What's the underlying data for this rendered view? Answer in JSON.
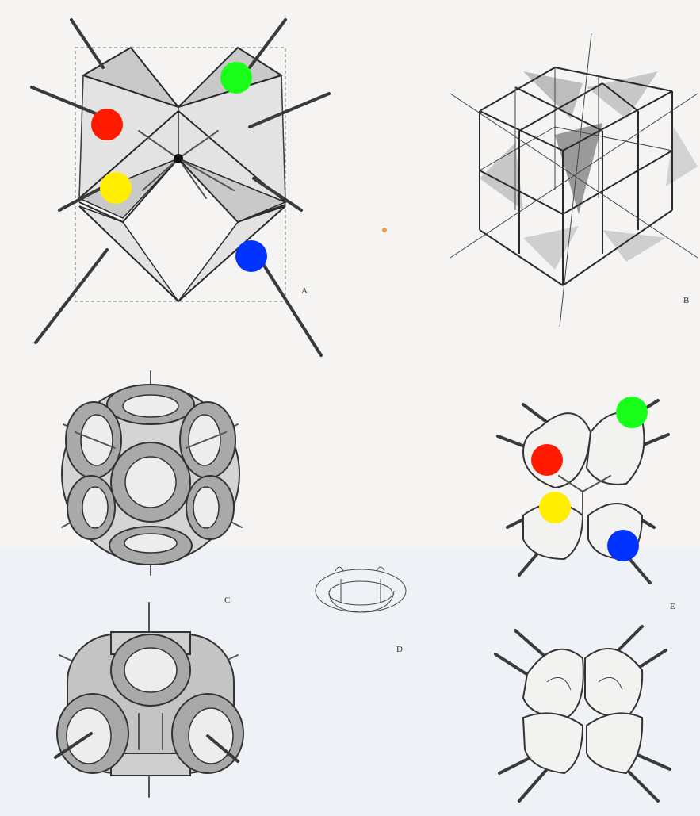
{
  "figure": {
    "panel_labels": {
      "a": "A",
      "b": "B",
      "c": "C",
      "d": "D",
      "e": "E"
    },
    "markers": {
      "red": "#ff1a00",
      "green": "#1aff1a",
      "yellow": "#ffee00",
      "blue": "#0033ff"
    },
    "background": "#f6f4f3"
  }
}
